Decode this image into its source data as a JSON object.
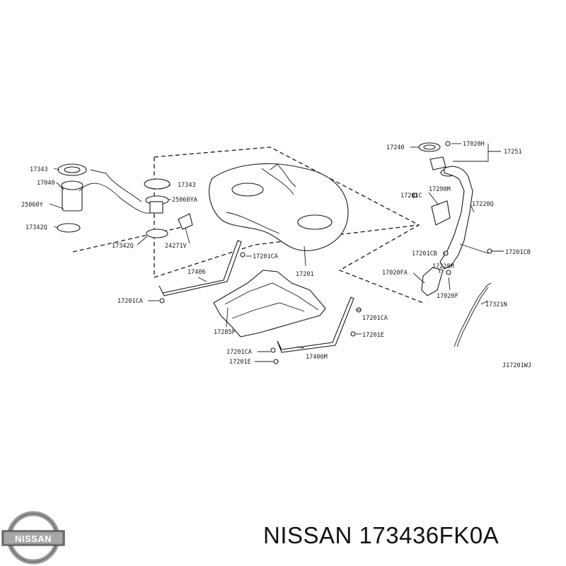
{
  "diagram": {
    "code": "J17201WJ",
    "labels": {
      "l17343a": "17343",
      "l17040": "17040",
      "l25060y": "25060Y",
      "l17342q_left": "17342Q",
      "l17343b": "17343",
      "l25060ya": "25060YA",
      "l17342q_mid": "17342Q",
      "l24271v": "24271V",
      "l17201ca_1": "17201CA",
      "l17406": "17406",
      "l17201ca_2": "17201CA",
      "l17201": "17201",
      "l17285p": "17285P",
      "l17201ca_3": "17201CA",
      "l17201e_1": "17201E",
      "l17201ca_4": "17201CA",
      "l17201e_2": "17201E",
      "l17406m": "17406M",
      "l17240": "17240",
      "l17020h": "17020H",
      "l17251": "17251",
      "l17201c": "17201C",
      "l17290m": "17290M",
      "l17220q": "17220Q",
      "l17201cb_1": "17201CB",
      "l17201cb_2": "17201CB",
      "l17228m": "17228M",
      "l17020fa": "17020FA",
      "l17020f": "17020F",
      "l17321n": "17321N"
    }
  },
  "brand": {
    "logo_text": "NISSAN",
    "caption": "NISSAN 173436FK0A"
  }
}
